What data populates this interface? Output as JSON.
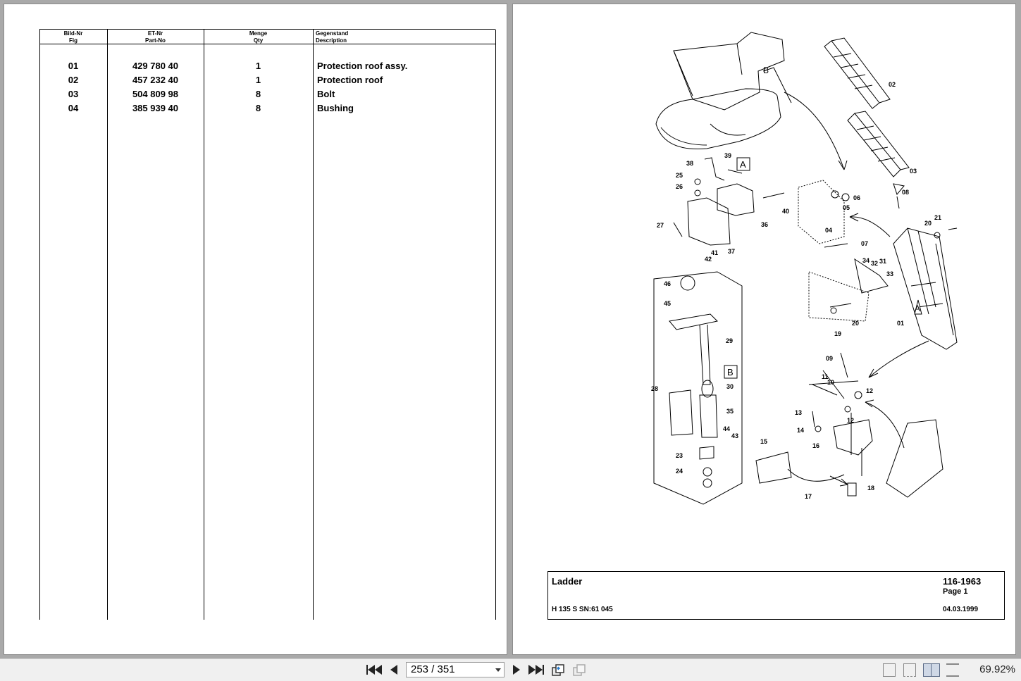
{
  "table": {
    "headers": [
      {
        "de": "Bild-Nr",
        "en": "Fig"
      },
      {
        "de": "ET-Nr",
        "en": "Part-No"
      },
      {
        "de": "Menge",
        "en": "Qty"
      },
      {
        "de": "Gegenstand",
        "en": "Description"
      }
    ],
    "rows": [
      {
        "fig": "01",
        "part": "429 780 40",
        "qty": "1",
        "desc": "Protection roof assy."
      },
      {
        "fig": "02",
        "part": "457 232 40",
        "qty": "1",
        "desc": "Protection roof"
      },
      {
        "fig": "03",
        "part": "504 809 98",
        "qty": "8",
        "desc": "Bolt"
      },
      {
        "fig": "04",
        "part": "385 939 40",
        "qty": "8",
        "desc": "Bushing"
      }
    ]
  },
  "diagram": {
    "callouts": [
      "01",
      "02",
      "03",
      "04",
      "05",
      "06",
      "07",
      "08",
      "09",
      "10",
      "11",
      "12",
      "12",
      "13",
      "14",
      "15",
      "16",
      "17",
      "18",
      "19",
      "20",
      "20",
      "21",
      "23",
      "24",
      "25",
      "26",
      "27",
      "28",
      "29",
      "30",
      "31",
      "32",
      "33",
      "34",
      "35",
      "36",
      "37",
      "38",
      "39",
      "40",
      "41",
      "42",
      "43",
      "44",
      "45",
      "46"
    ],
    "detail_labels": [
      "A",
      "B"
    ]
  },
  "title_block": {
    "title": "Ladder",
    "doc_no": "116-1963",
    "page": "Page 1",
    "model": "H 135 S SN:61 045",
    "date": "04.03.1999"
  },
  "toolbar": {
    "page_indicator": "253 / 351",
    "zoom": "69.92%"
  }
}
